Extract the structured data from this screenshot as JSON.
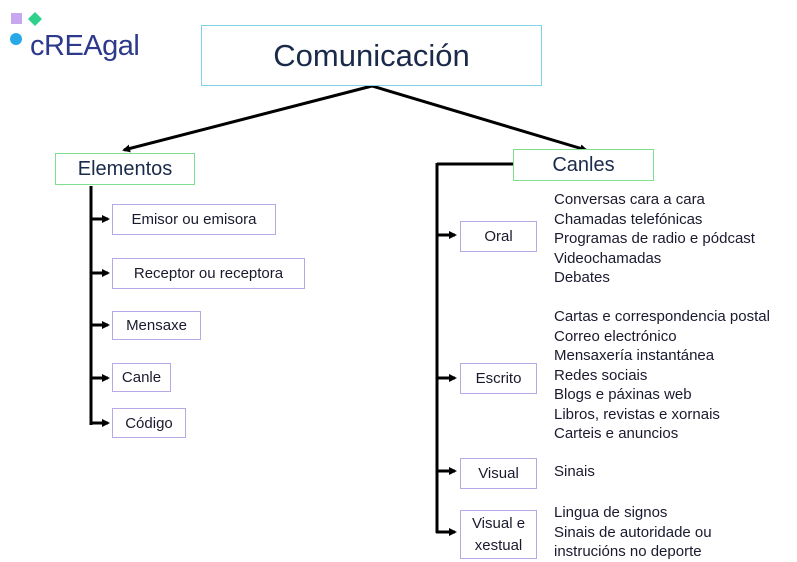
{
  "logo": {
    "text": "cREAgal",
    "colors": {
      "square": "#c7a8f0",
      "diamond": "#2fd18a",
      "circle": "#29a8e8"
    }
  },
  "title": "Comunicación",
  "elements": {
    "label": "Elementos",
    "items": [
      "Emisor ou emisora",
      "Receptor ou receptora",
      "Mensaxe",
      "Canle",
      "Código"
    ]
  },
  "channels": {
    "label": "Canles",
    "types": [
      {
        "label": "Oral",
        "items": [
          "Conversas cara a cara",
          "Chamadas telefónicas",
          "Programas de radio e pódcast",
          "Videochamadas",
          "Debates"
        ]
      },
      {
        "label": "Escrito",
        "items": [
          "Cartas e correspondencia postal",
          "Correo electrónico",
          "Mensaxería instantánea",
          "Redes sociais",
          "Blogs e páxinas web",
          "Libros, revistas e xornais",
          "Carteis e anuncios"
        ]
      },
      {
        "label": "Visual",
        "items": [
          "Sinais"
        ]
      },
      {
        "label": "Visual e xestual",
        "items": [
          "Lingua de signos",
          "Sinais de autoridade ou",
          "instrucións no deporte"
        ]
      }
    ]
  }
}
